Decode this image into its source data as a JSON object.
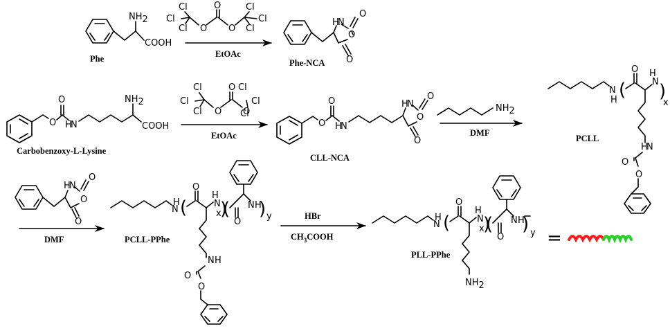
{
  "compounds": {
    "phe": "Phe",
    "phe_nca": "Phe-NCA",
    "cbz_lys": "Carbobenzoxy-L-Lysine",
    "cll_nca": "CLL-NCA",
    "pcll": "PCLL",
    "pcll_pphe": "PCLL-PPhe",
    "pll_pphe": "PLL-PPhe"
  },
  "conditions": {
    "step1": "EtOAc",
    "step2": "EtOAc",
    "step3": "DMF",
    "step4": "DMF",
    "step5_top": "HBr",
    "step5_bottom": "CH3COOH"
  },
  "atoms": {
    "nh2": "NH",
    "nh2_sub": "2",
    "cooh": "COOH",
    "cl": "Cl",
    "o": "O",
    "n": "N",
    "h": "H",
    "hn": "HN",
    "x": "x",
    "y": "y",
    "equals": "="
  },
  "legend_colors": {
    "pll_block": "#ff1a1a",
    "pphe_block": "#22d022"
  }
}
